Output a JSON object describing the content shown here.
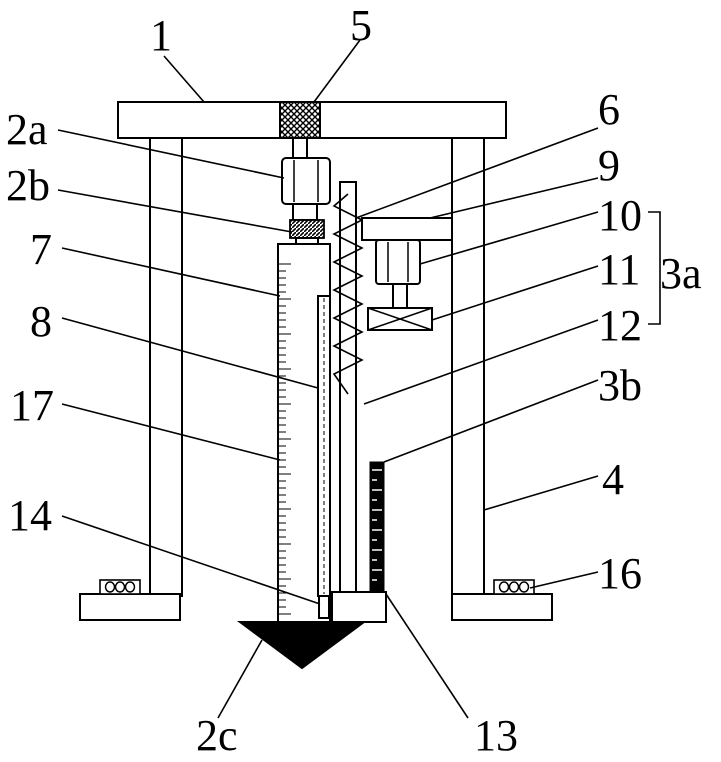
{
  "labels": {
    "l1": "1",
    "l5": "5",
    "l2a": "2a",
    "l6": "6",
    "l9": "9",
    "l2b": "2b",
    "l10": "10",
    "l7": "7",
    "l11": "11",
    "l3a": "3a",
    "l8": "8",
    "l12": "12",
    "l3b": "3b",
    "l17": "17",
    "l4": "4",
    "l14": "14",
    "l16": "16",
    "l2c": "2c",
    "l13": "13"
  }
}
